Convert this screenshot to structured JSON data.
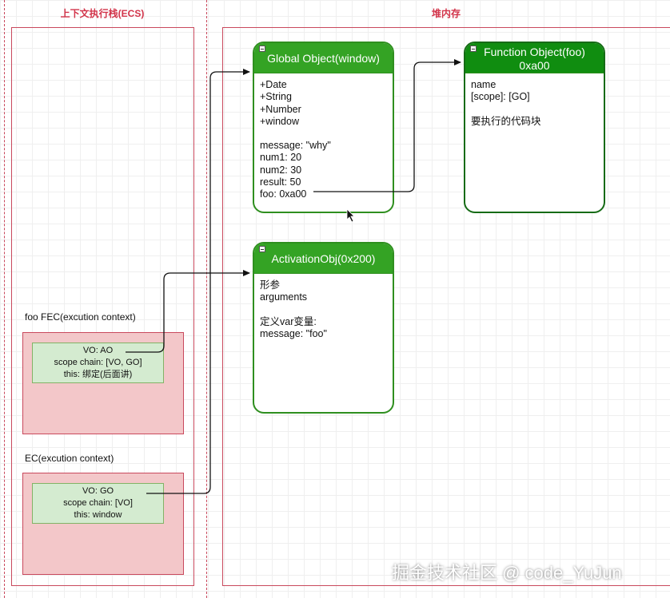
{
  "ecs": {
    "title": "上下文执行栈(ECS)",
    "foo_fec": {
      "caption": "foo FEC(excution context)",
      "lines": [
        "VO: AO",
        "scope chain: [VO, GO]",
        "this: 绑定(后面讲)"
      ]
    },
    "ec": {
      "caption": "EC(excution context)",
      "lines": [
        "VO: GO",
        "scope chain: [VO]",
        "this: window"
      ]
    }
  },
  "heap": {
    "title": "堆内存",
    "global_object": {
      "title": "Global Object(window)",
      "lines": [
        "+Date",
        "+String",
        "+Number",
        "+window",
        "",
        "message: \"why\"",
        "num1: 20",
        "num2: 30",
        "result: 50",
        "foo: 0xa00"
      ]
    },
    "function_object": {
      "title_line1": "Function Object(foo)",
      "title_line2": "0xa00",
      "lines": [
        "name",
        "[scope]: [GO]",
        "",
        "要执行的代码块"
      ]
    },
    "activation_object": {
      "title": "ActivationObj(0x200)",
      "lines": [
        "形参",
        "arguments",
        "",
        "定义var变量:",
        "message: \"foo\""
      ]
    }
  },
  "watermark": "掘金技术社区 @ code_YuJun",
  "colors": {
    "region_border": "#c9495d",
    "region_title": "#d2344a",
    "context_fill": "#f3c7c9",
    "inner_fill": "#d4ebd0",
    "object_header": "#34a324",
    "object_border": "#2f8f1f"
  }
}
